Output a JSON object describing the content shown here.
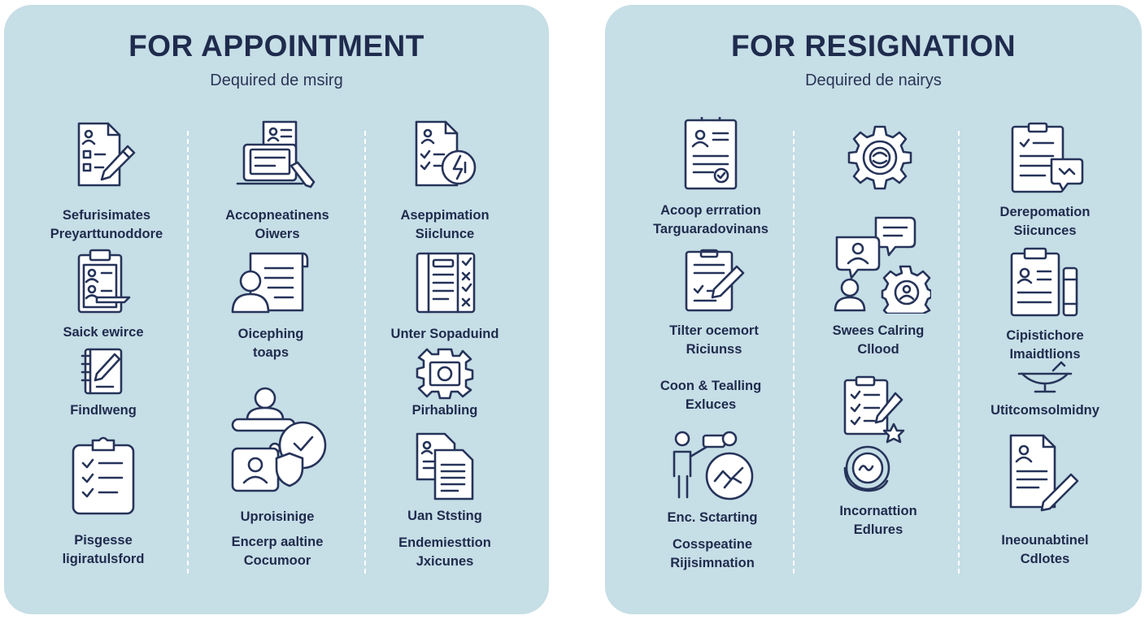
{
  "colors": {
    "panel_bg": "#c6dee6",
    "ink": "#1f2b4d",
    "divider": "#ffffff"
  },
  "left": {
    "title": "FOR APPOINTMENT",
    "subtitle": "Dequired de msirg",
    "items": [
      {
        "icon": "document-pencil-icon",
        "lines": [
          "Sefurisimates",
          "Preyarttunoddore"
        ]
      },
      {
        "icon": "laptop-document-icon",
        "lines": [
          "Accopneatinens",
          "Oiwers"
        ]
      },
      {
        "icon": "document-badge-icon",
        "lines": [
          "Aseppimation",
          "Siiclunce"
        ]
      },
      {
        "icon": "clipboard-profile-icon",
        "lines": [
          "Saick ewirce"
        ]
      },
      {
        "icon": "person-document-icon",
        "lines": [
          "Oicephing",
          "toaps"
        ]
      },
      {
        "icon": "checklist-book-icon",
        "lines": [
          "Unter Sopaduind"
        ]
      },
      {
        "icon": "notebook-pencil-icon",
        "lines": [
          "Findlweng"
        ]
      },
      {
        "icon": "gear-chip-icon",
        "lines": [
          "Pirhabling"
        ]
      },
      {
        "icon": "clipboard-checklist-icon",
        "lines": [
          "Pisgesse",
          "ligiratulsford"
        ]
      },
      {
        "icon": "people-shield-icon",
        "lines": [
          "Uproisinige"
        ]
      },
      {
        "icon": "people-shield-caption",
        "lines": [
          "Encerp aaltine",
          "Cocumoor"
        ]
      },
      {
        "icon": "documents-stack-icon",
        "lines": [
          "Uan Ststing"
        ]
      },
      {
        "icon": "documents-stack-caption",
        "lines": [
          "Endemiesttion",
          "Jxicunes"
        ]
      }
    ]
  },
  "right": {
    "title": "FOR RESIGNATION",
    "subtitle": "Dequired de nairys",
    "items": [
      {
        "icon": "document-check-icon",
        "lines": [
          "Acoop errration",
          "Targuaradovinans"
        ]
      },
      {
        "icon": "gear-icon",
        "lines": []
      },
      {
        "icon": "clipboard-chat-icon",
        "lines": [
          "Derepomation",
          "Siicunces"
        ]
      },
      {
        "icon": "clipboard-pencil-icon",
        "lines": [
          "Tilter ocemort",
          "Riciunss"
        ]
      },
      {
        "icon": "chat-people-gear-icon",
        "lines": [
          "Swees Calring",
          "Cllood"
        ]
      },
      {
        "icon": "clipboard-bottle-icon",
        "lines": [
          "Cipistichore",
          "Imaidtlions"
        ]
      },
      {
        "icon": "text-only",
        "lines": [
          "Coon & Tealling",
          "Exluces"
        ]
      },
      {
        "icon": "funnel-icon",
        "lines": [
          "Utitcomsolmidny"
        ]
      },
      {
        "icon": "presenter-chart-icon",
        "lines": [
          "Enc. Sctarting"
        ]
      },
      {
        "icon": "presenter-chart-caption",
        "lines": [
          "Cosspeatine",
          "Rijisimnation"
        ]
      },
      {
        "icon": "clipboard-cycle-icon",
        "lines": [
          "Incornattion",
          "Edlures"
        ]
      },
      {
        "icon": "document-signature-icon",
        "lines": [
          "Ineounabtinel",
          "Cdlotes"
        ]
      }
    ]
  }
}
